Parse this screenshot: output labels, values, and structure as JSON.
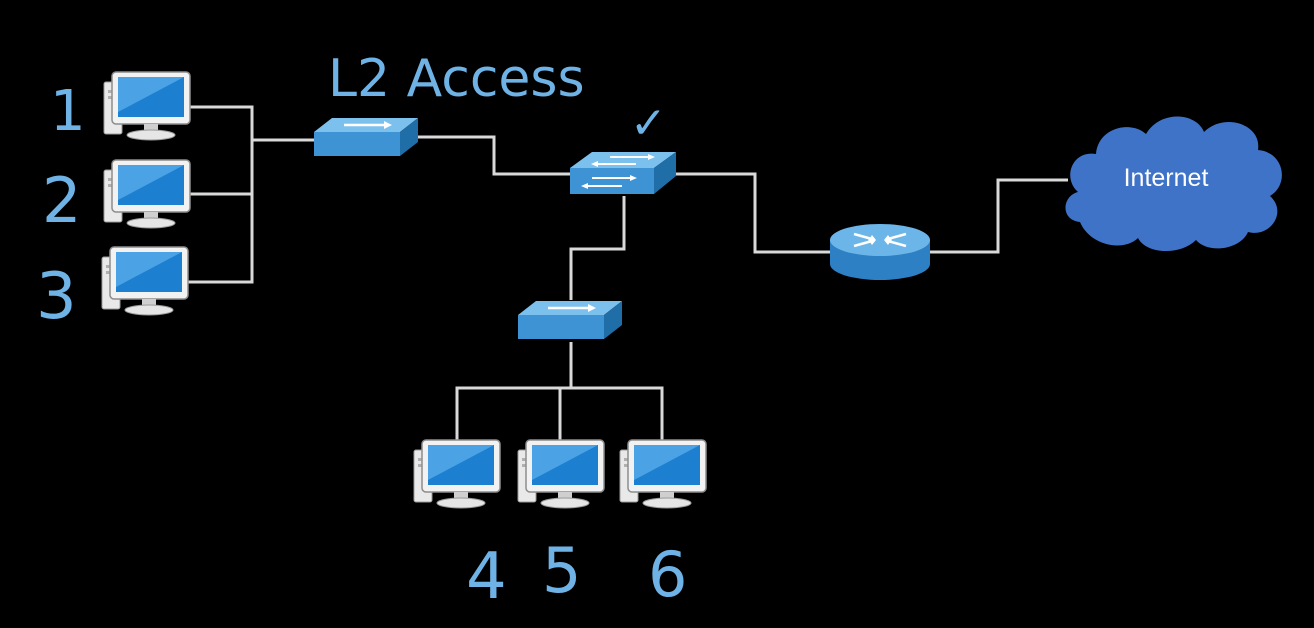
{
  "annotations": {
    "access_label": "L2 Access",
    "checkmark": "✓",
    "pc_numbers": [
      "1",
      "2",
      "3",
      "4",
      "5",
      "6"
    ]
  },
  "nodes": {
    "pcs": [
      {
        "name": "pc-1",
        "label": "1"
      },
      {
        "name": "pc-2",
        "label": "2"
      },
      {
        "name": "pc-3",
        "label": "3"
      },
      {
        "name": "pc-4",
        "label": "4"
      },
      {
        "name": "pc-5",
        "label": "5"
      },
      {
        "name": "pc-6",
        "label": "6"
      }
    ],
    "access_switch_top": "L2 switch (top)",
    "access_switch_bottom": "L2 switch (bottom)",
    "core_switch": "multilayer switch",
    "router": "router",
    "cloud": "Internet"
  },
  "colors": {
    "background": "#000000",
    "device_blue": "#3d93d3",
    "device_blue_dark": "#1f6ea8",
    "wire": "#d9d9d9",
    "handwriting": "#6fb3e6",
    "cloud": "#3f73c8"
  }
}
